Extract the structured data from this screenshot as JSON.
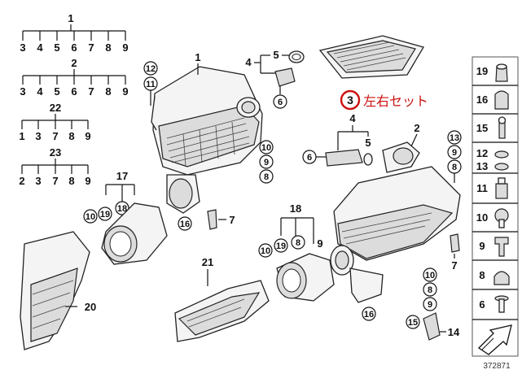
{
  "trees": [
    {
      "root": "1",
      "children": [
        "3",
        "4",
        "5",
        "6",
        "7",
        "8",
        "9"
      ]
    },
    {
      "root": "2",
      "children": [
        "3",
        "4",
        "5",
        "6",
        "7",
        "8",
        "9"
      ]
    },
    {
      "root": "22",
      "children": [
        "1",
        "3",
        "7",
        "8",
        "9"
      ]
    },
    {
      "root": "23",
      "children": [
        "2",
        "3",
        "7",
        "8",
        "9"
      ]
    }
  ],
  "callouts": {
    "c1": "1",
    "c2": "2",
    "c4a": "4",
    "c5a": "5",
    "c6a": "6",
    "c4b": "4",
    "c5b": "5",
    "c6b": "6",
    "c12": "12",
    "c11": "11",
    "c10a": "10",
    "c9a": "9",
    "c8a": "8",
    "c17": "17",
    "c10b": "10",
    "c19a": "19",
    "c18a": "18",
    "c16a": "16",
    "c7a": "7",
    "c20": "20",
    "c21": "21",
    "c18b": "18",
    "c10c": "10",
    "c19b": "19",
    "c8b": "8",
    "c9b": "9",
    "c13": "13",
    "c9c": "9",
    "c8c": "8",
    "c7b": "7",
    "c16b": "16",
    "c10d": "10",
    "c8d": "8",
    "c9d": "9",
    "c15": "15",
    "c14": "14"
  },
  "highlight": {
    "number": "3",
    "text": "左右セット",
    "color": "#cc1111"
  },
  "side_legend": [
    "19",
    "16",
    "15",
    "12",
    "13",
    "11",
    "10",
    "9",
    "8",
    "6"
  ],
  "footer_id": "372871"
}
